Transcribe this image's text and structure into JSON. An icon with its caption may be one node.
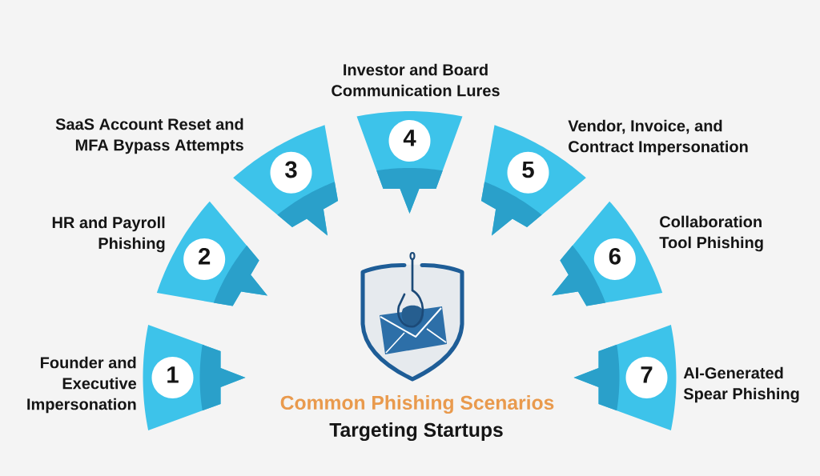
{
  "diagram": {
    "title": "Common Phishing Scenarios",
    "nodes": [
      {
        "text": [
          "1"
        ],
        "beside": [
          "Founder and Executive Impersonation"
        ]
      },
      {
        "text": [
          "2"
        ],
        "beside": [
          "HR and Payroll Phishing"
        ]
      },
      {
        "text": [
          "3"
        ],
        "beside": [
          "SaaS Account Reset and MFA Bypass Attempts"
        ]
      },
      {
        "text": [
          "4"
        ],
        "beside": [
          "Investor and Board Communication Lures"
        ]
      },
      {
        "text": [
          "5"
        ],
        "beside": [
          "Vendor, Invoice, and Contract Impersonation"
        ]
      },
      {
        "text": [
          "6"
        ],
        "beside": [
          "Collaboration Tool Phishing"
        ]
      },
      {
        "text": [
          "7"
        ],
        "beside": [
          "AI-Generated Spear Phishing"
        ]
      }
    ],
    "labels": [
      "Targeting Startups"
    ]
  }
}
